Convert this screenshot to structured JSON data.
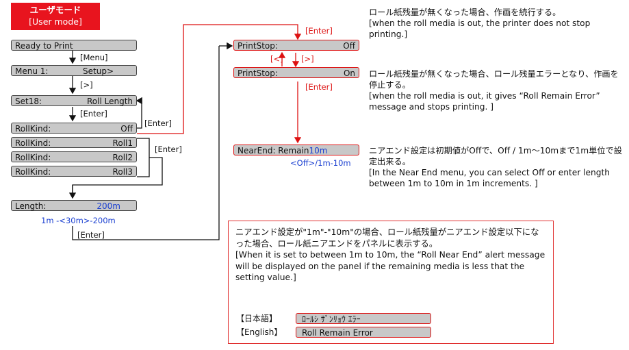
{
  "header": {
    "jp": "ユーザモード",
    "en": "[User mode]"
  },
  "menu": {
    "ready": "Ready to Print",
    "menu1_left": "Menu 1:",
    "menu1_right": "Setup>",
    "set18_left": "Set18:",
    "set18_right": "Roll Length",
    "rollkind_label": "RollKind:",
    "rollkind_values": [
      "Off",
      "Roll1",
      "Roll2",
      "Roll3"
    ],
    "length_label": "Length:",
    "length_value": "200m",
    "length_range": "1m -<30m>-200m",
    "printstop_label": "PrintStop:",
    "printstop_off": "Off",
    "printstop_on": "On",
    "nearend_label": "NearEnd: Remain",
    "nearend_value": "10m",
    "nearend_range": "<Off>/1m-10m"
  },
  "keys": {
    "menu": "[Menu]",
    "right": "[>]",
    "left": "[<]",
    "enter": "[Enter]"
  },
  "desc": {
    "printstop_off_jp": "ロール紙残量が無くなった場合、作画を続行する。",
    "printstop_off_en": "[when the roll media is out, the printer does not stop printing.]",
    "printstop_on_jp": "ロール紙残量が無くなった場合、ロール残量エラーとなり、作画を停止する。",
    "printstop_on_en": "[when the roll media is out, it gives “Roll Remain Error” message and stops printing. ]",
    "nearend_jp": "ニアエンド設定は初期値がOffで、Off / 1m～10mまで1m単位で設定出来る。",
    "nearend_en": "[In the Near End menu, you can select Off or enter length between 1m to 10m in 1m increments. ]"
  },
  "note": {
    "jp": "ニアエンド設定が\"1m\"-\"10m\"の場合、ロール紙残量がニアエンド設定以下になった場合、ロール紙ニアエンドをパネルに表示する。",
    "en": "[When it is set to between 1m to 10m, the “Roll Near End” alert message will be displayed on the panel if the remaining media is less that the setting value.]",
    "jp_label": "【日本語】",
    "en_label": "【English】",
    "jp_msg": "ﾛｰﾙｼ ｻﾞﾝﾘｮｳ ｴﾗｰ",
    "en_msg": "Roll Remain Error"
  }
}
